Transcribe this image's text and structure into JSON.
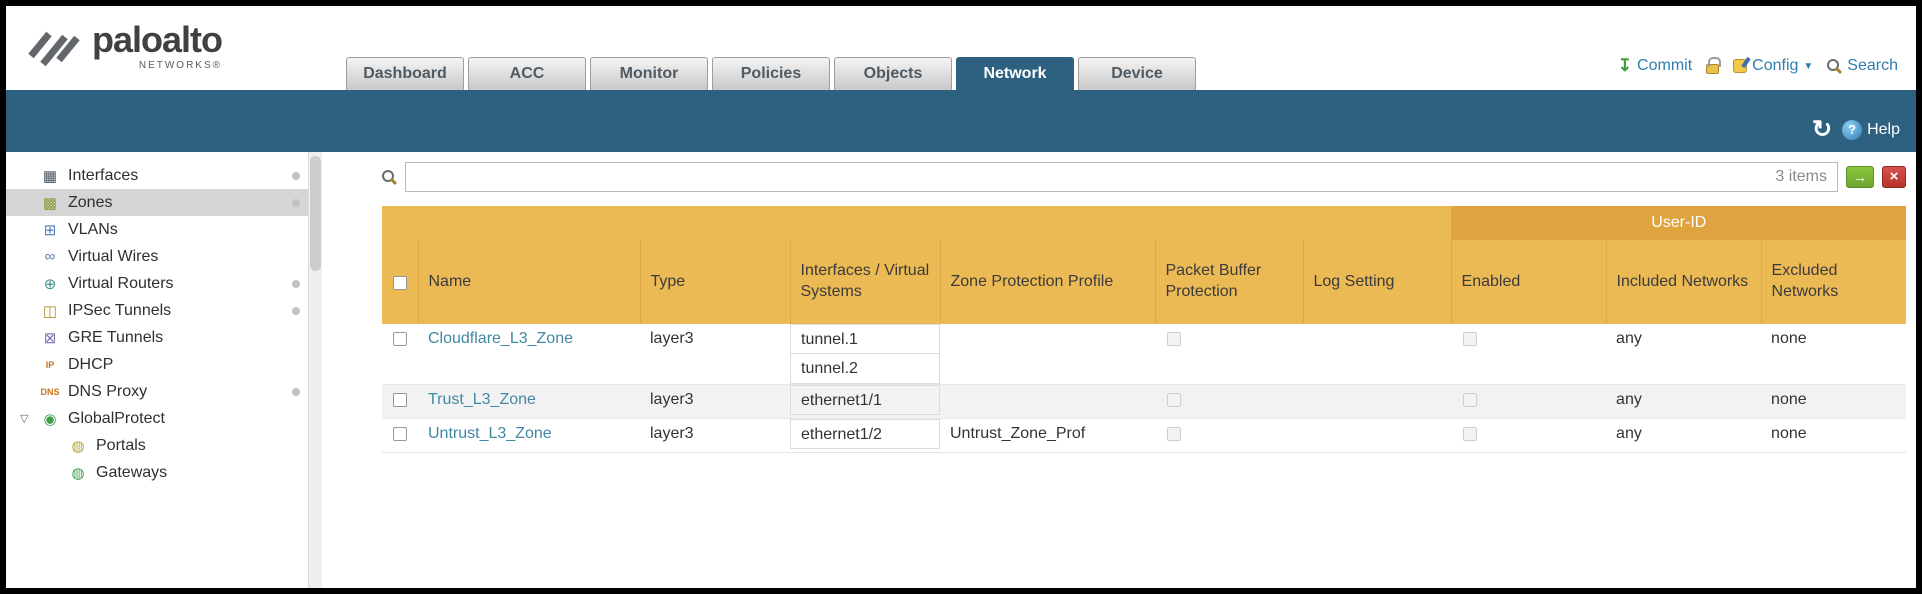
{
  "brand": {
    "name": "paloalto",
    "subtitle": "NETWORKS®"
  },
  "nav": {
    "tabs": [
      {
        "label": "Dashboard",
        "active": false
      },
      {
        "label": "ACC",
        "active": false
      },
      {
        "label": "Monitor",
        "active": false
      },
      {
        "label": "Policies",
        "active": false
      },
      {
        "label": "Objects",
        "active": false
      },
      {
        "label": "Network",
        "active": true
      },
      {
        "label": "Device",
        "active": false
      }
    ]
  },
  "header_actions": {
    "commit": "Commit",
    "config": "Config",
    "search": "Search"
  },
  "toolbar": {
    "help": "Help"
  },
  "icons": {
    "commit": "↧",
    "config_caret": "▼",
    "refresh": "↻",
    "help_q": "?",
    "go_arrow": "→",
    "close": "×",
    "expander": "▽"
  },
  "colors": {
    "teal": "#2e617f",
    "header_gold": "#ecba55",
    "user_id_gold": "#dfa440",
    "link": "#4288a5"
  },
  "sidebar": {
    "items": [
      {
        "label": "Interfaces",
        "icon": "interfaces-icon",
        "glyph": "▦",
        "color": "#44505c",
        "dot": true
      },
      {
        "label": "Zones",
        "icon": "zones-icon",
        "glyph": "▩",
        "color": "#8f9a3a",
        "dot": true,
        "selected": true
      },
      {
        "label": "VLANs",
        "icon": "vlans-icon",
        "glyph": "⊞",
        "color": "#4a7dbd"
      },
      {
        "label": "Virtual Wires",
        "icon": "virtual-wires-icon",
        "glyph": "∞",
        "color": "#5b7fa6"
      },
      {
        "label": "Virtual Routers",
        "icon": "virtual-routers-icon",
        "glyph": "⊕",
        "color": "#3e8f8f",
        "dot": true
      },
      {
        "label": "IPSec Tunnels",
        "icon": "ipsec-tunnels-icon",
        "glyph": "◫",
        "color": "#b08f2e",
        "dot": true
      },
      {
        "label": "GRE Tunnels",
        "icon": "gre-tunnels-icon",
        "glyph": "⊠",
        "color": "#7a6db0"
      },
      {
        "label": "DHCP",
        "icon": "dhcp-icon",
        "glyph": "IP",
        "color": "#c8731c"
      },
      {
        "label": "DNS Proxy",
        "icon": "dns-proxy-icon",
        "glyph": "DNS",
        "color": "#c8731c",
        "dot": true
      },
      {
        "label": "GlobalProtect",
        "icon": "globalprotect-icon",
        "glyph": "◉",
        "color": "#3f9c4d",
        "expanded": true
      },
      {
        "label": "Portals",
        "icon": "portals-icon",
        "glyph": "◍",
        "color": "#b0a23a",
        "child": true
      },
      {
        "label": "Gateways",
        "icon": "gateways-icon",
        "glyph": "◍",
        "color": "#3f9c4d",
        "child": true
      }
    ]
  },
  "filter": {
    "count": "3 items",
    "query": ""
  },
  "table": {
    "group_header": "User-ID",
    "columns": [
      "Name",
      "Type",
      "Interfaces / Virtual Systems",
      "Zone Protection Profile",
      "Packet Buffer Protection",
      "Log Setting",
      "Enabled",
      "Included Networks",
      "Excluded Networks"
    ],
    "rows": [
      {
        "name": "Cloudflare_L3_Zone",
        "type": "layer3",
        "interfaces": [
          "tunnel.1",
          "tunnel.2"
        ],
        "zone_protection_profile": "",
        "packet_buffer_protection": false,
        "log_setting": "",
        "user_id_enabled": false,
        "included_networks": "any",
        "excluded_networks": "none"
      },
      {
        "name": "Trust_L3_Zone",
        "type": "layer3",
        "interfaces": [
          "ethernet1/1"
        ],
        "zone_protection_profile": "",
        "packet_buffer_protection": false,
        "log_setting": "",
        "user_id_enabled": false,
        "included_networks": "any",
        "excluded_networks": "none"
      },
      {
        "name": "Untrust_L3_Zone",
        "type": "layer3",
        "interfaces": [
          "ethernet1/2"
        ],
        "zone_protection_profile": "Untrust_Zone_Prof",
        "packet_buffer_protection": false,
        "log_setting": "",
        "user_id_enabled": false,
        "included_networks": "any",
        "excluded_networks": "none"
      }
    ]
  }
}
